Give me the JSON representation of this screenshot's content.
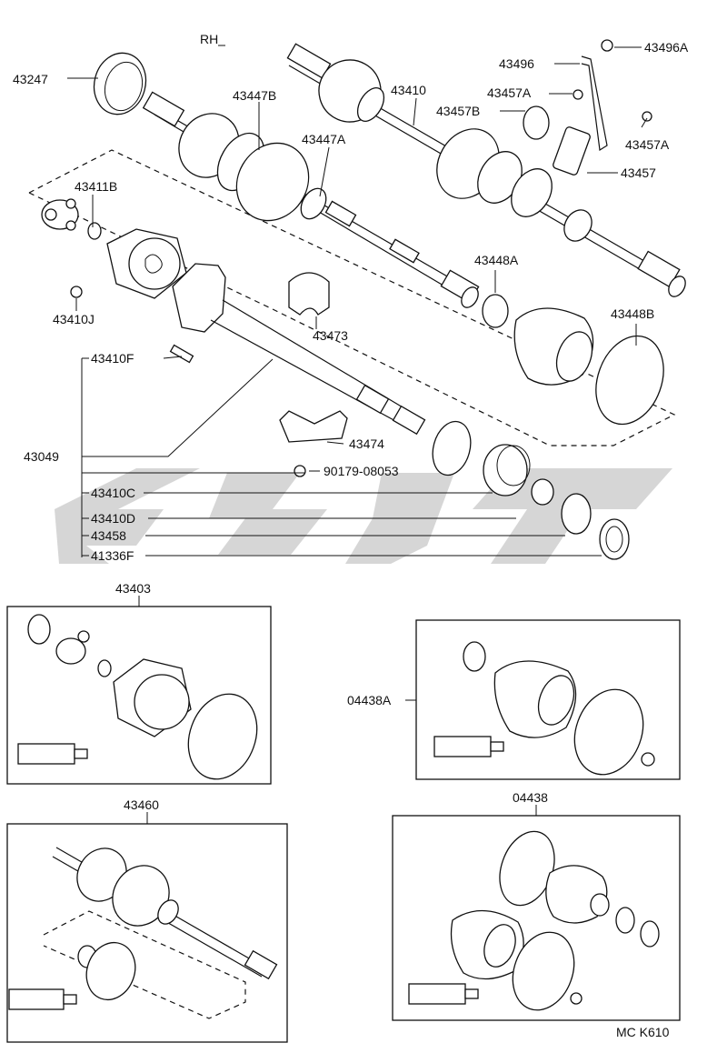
{
  "side_label": "RH",
  "diagram_code": "MC K610",
  "watermark": "",
  "callouts": {
    "p43247": "43247",
    "p43447B": "43447B",
    "p43410": "43410",
    "p43496": "43496",
    "p43496A": "43496A",
    "p43457A_top": "43457A",
    "p43457B": "43457B",
    "p43457A_right": "43457A",
    "p43457": "43457",
    "p43447A": "43447A",
    "p43411B": "43411B",
    "p43410J": "43410J",
    "p43448A": "43448A",
    "p43473": "43473",
    "p43448B": "43448B",
    "p43410F": "43410F",
    "p43474": "43474",
    "p43049": "43049",
    "p90179": "90179-08053",
    "p43410C": "43410C",
    "p43410D": "43410D",
    "p43458": "43458",
    "p41336F": "41336F"
  },
  "kits": {
    "k43403": "43403",
    "k04438A": "04438A",
    "k43460": "43460",
    "k04438": "04438"
  }
}
